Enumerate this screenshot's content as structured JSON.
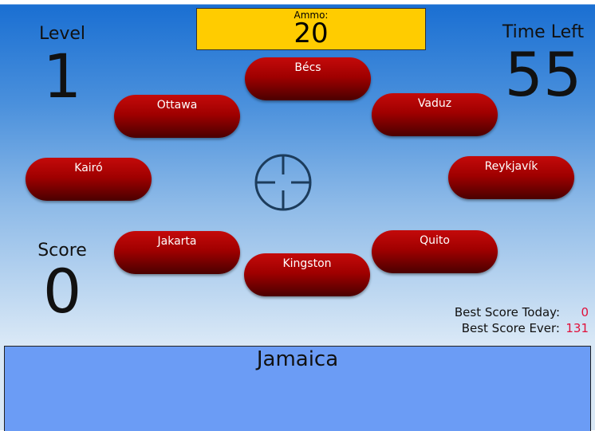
{
  "level": {
    "label": "Level",
    "value": "1"
  },
  "time": {
    "label": "Time Left",
    "value": "55"
  },
  "ammo": {
    "label": "Ammo:",
    "value": "20"
  },
  "score": {
    "label": "Score",
    "value": "0"
  },
  "best": {
    "today_label": "Best Score Today:",
    "today_value": "0",
    "ever_label": "Best Score Ever:",
    "ever_value": "131"
  },
  "targets": [
    "Bécs",
    "Ottawa",
    "Vaduz",
    "Kairó",
    "Reykjavík",
    "Jakarta",
    "Kingston",
    "Quito"
  ],
  "question": "Jamaica",
  "colors": {
    "ammo_bg": "#ffcc00",
    "target": "#a00000",
    "panel": "#6b9cf5",
    "best_value": "#e0103a"
  }
}
